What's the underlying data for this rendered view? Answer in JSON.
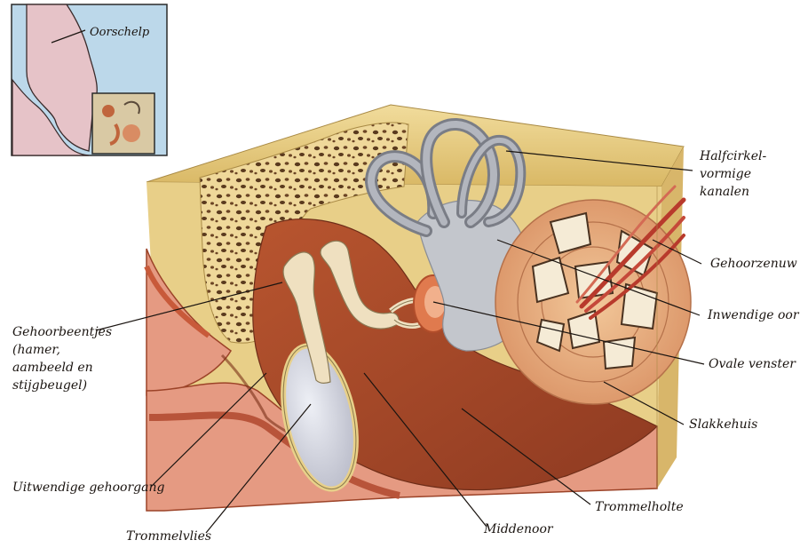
{
  "inset": {
    "label": "Oorschelp"
  },
  "labels": {
    "halfcirkel": [
      "Halfcirkel-",
      "vormige",
      "kanalen"
    ],
    "gehoorzenuw": "Gehoorzenuw",
    "inwendige_oor": "Inwendige oor",
    "ovale_venster": "Ovale venster",
    "slakkehuis": "Slakkehuis",
    "trommelholte": "Trommelholte",
    "middenoor": "Middenoor",
    "trommelvlies": "Trommelvlies",
    "uitwendige_gehoorgang": "Uitwendige gehoorgang",
    "gehoorbeentjes": [
      "Gehoorbeentjes",
      "(hamer,",
      "aambeeld en",
      "stijgbeugel)"
    ]
  },
  "colors": {
    "bone": "#e9cf86",
    "bone_dark": "#c9a95c",
    "tissue": "#c9663f",
    "tissue_dark": "#9c4328",
    "skin": "#e59a82",
    "eardrum": "#d9dbe6",
    "inner_ear": "#c3c6cc",
    "nerve": "#b83a2c",
    "inset_bg": "#bcd8ea",
    "inset_ear": "#e6c3c8"
  }
}
